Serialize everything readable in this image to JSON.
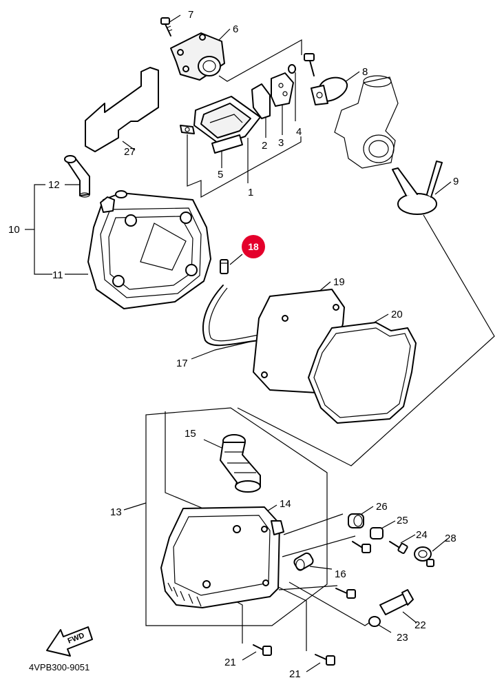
{
  "diagram_code": "4VPB300-9051",
  "fwd_label": "FWD",
  "highlight_color": "#e4002b",
  "labels": {
    "p1": "1",
    "p2": "2",
    "p3": "3",
    "p4": "4",
    "p5": "5",
    "p6": "6",
    "p7": "7",
    "p8": "8",
    "p9": "9",
    "p10": "10",
    "p11": "11",
    "p12": "12",
    "p13": "13",
    "p14": "14",
    "p15": "15",
    "p16": "16",
    "p17": "17",
    "p18": "18",
    "p19": "19",
    "p20": "20",
    "p21a": "21",
    "p21b": "21",
    "p22": "22",
    "p23": "23",
    "p24": "24",
    "p25": "25",
    "p26": "26",
    "p27": "27",
    "p28": "28"
  }
}
